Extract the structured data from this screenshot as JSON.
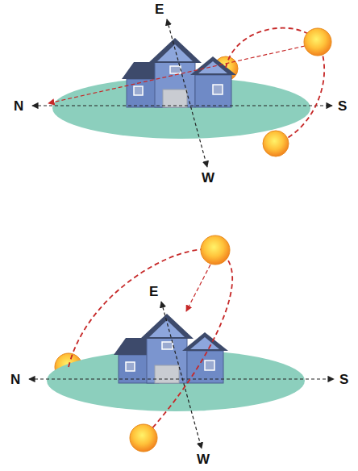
{
  "diagram": {
    "labels": [
      "E",
      "N",
      "S",
      "W",
      "E",
      "N",
      "S",
      "W"
    ]
  }
}
